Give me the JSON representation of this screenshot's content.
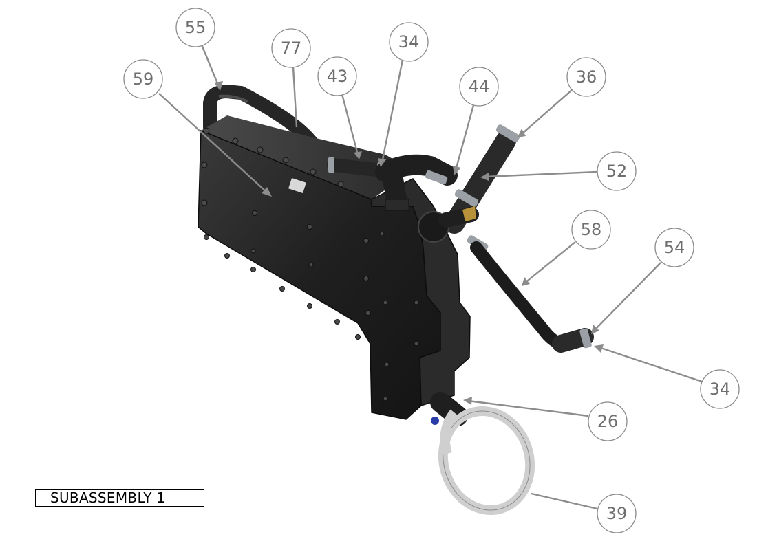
{
  "title_block": {
    "label": "SUBASSEMBLY 1"
  },
  "balloons": [
    {
      "id": "b55",
      "label": "55"
    },
    {
      "id": "b77",
      "label": "77"
    },
    {
      "id": "b59",
      "label": "59"
    },
    {
      "id": "b43",
      "label": "43"
    },
    {
      "id": "b34a",
      "label": "34"
    },
    {
      "id": "b44",
      "label": "44"
    },
    {
      "id": "b36",
      "label": "36"
    },
    {
      "id": "b52",
      "label": "52"
    },
    {
      "id": "b58",
      "label": "58"
    },
    {
      "id": "b54",
      "label": "54"
    },
    {
      "id": "b34b",
      "label": "34"
    },
    {
      "id": "b26",
      "label": "26"
    },
    {
      "id": "b39",
      "label": "39"
    }
  ],
  "colors": {
    "housing": "#1e1e1e",
    "hose": "#262626",
    "clamp": "#9aa0a6",
    "clear_tube": "#d4d4d4",
    "fitting_accent": "#b8923a",
    "leader": "#8c8c8c"
  }
}
